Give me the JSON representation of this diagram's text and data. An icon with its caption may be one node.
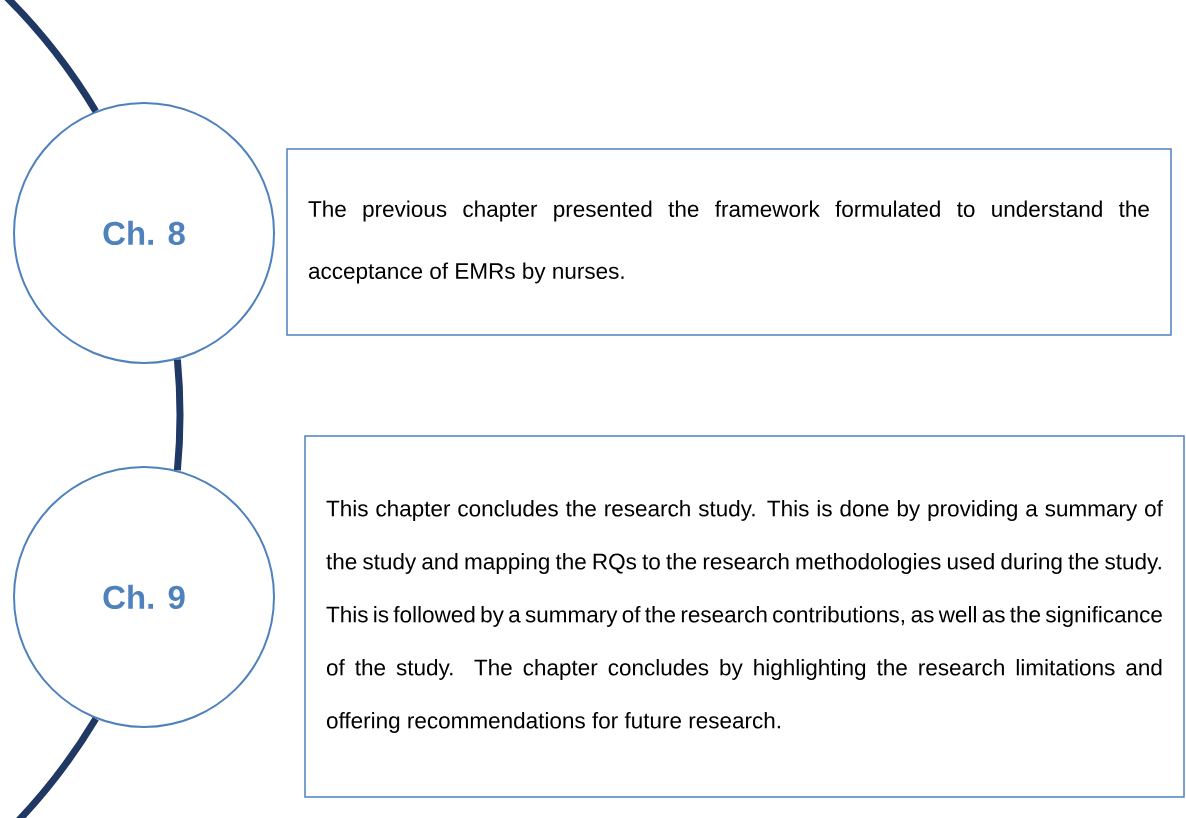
{
  "diagram": {
    "nodes": [
      {
        "text": [
          "Ch. 8"
        ]
      },
      {
        "text": [
          "The previous chapter presented the framework formulated to understand the acceptance of EMRs by nurses."
        ]
      },
      {
        "text": [
          "Ch. 9"
        ]
      },
      {
        "text": [
          "This chapter concludes the research study. This is done by providing a summary of the study and mapping the RQs to the research methodologies used during the study. This is followed by a summary of the research contributions, as well as the significance of the study. The chapter concludes by highlighting the research limitations and offering recommendations for future research."
        ]
      }
    ],
    "edges": [
      {
        "from": null,
        "to": 0,
        "arrow": "none"
      },
      {
        "from": 0,
        "to": 2,
        "arrow": "none"
      },
      {
        "from": 2,
        "to": null,
        "arrow": "none"
      }
    ]
  }
}
